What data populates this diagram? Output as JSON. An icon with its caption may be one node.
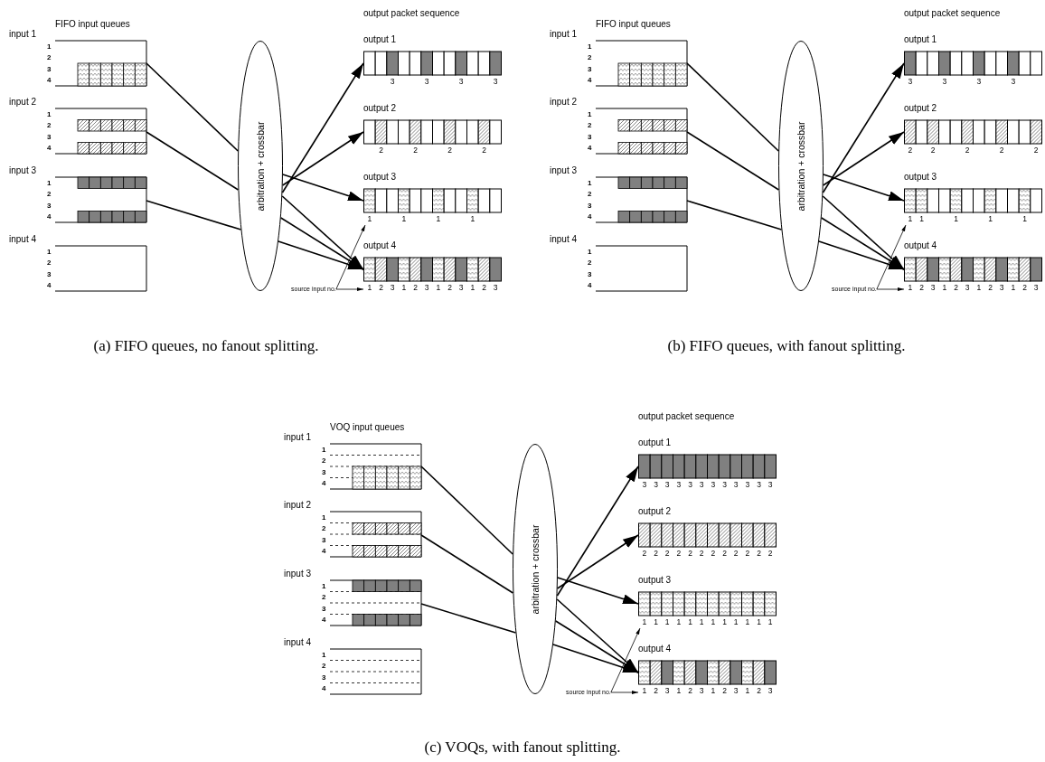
{
  "diagram": {
    "nodes": [
      {
        "text": [
          "input 1",
          "1",
          "2",
          "3",
          "4"
        ]
      },
      {
        "text": [
          "input 2",
          "1",
          "2",
          "3",
          "4"
        ]
      },
      {
        "text": [
          "input 3",
          "1",
          "2",
          "3",
          "4"
        ]
      },
      {
        "text": [
          "input 4",
          "1",
          "2",
          "3",
          "4"
        ]
      },
      {
        "text": [
          "arbitration + crossbar"
        ]
      },
      {
        "text": [
          "output 1"
        ],
        "beside": [
          "3",
          "3",
          "3",
          "3"
        ]
      },
      {
        "text": [
          "output 2"
        ],
        "beside": [
          "2",
          "2",
          "2",
          "2"
        ]
      },
      {
        "text": [
          "output 3"
        ],
        "beside": [
          "1",
          "1",
          "1",
          "1"
        ]
      },
      {
        "text": [
          "output 4"
        ],
        "beside": [
          "1",
          "2",
          "3",
          "1",
          "2",
          "3",
          "1",
          "2",
          "3",
          "1",
          "2",
          "3"
        ]
      },
      {
        "text": [
          "source input no."
        ]
      },
      {
        "text": [
          "input 1",
          "1",
          "2",
          "3",
          "4"
        ]
      },
      {
        "text": [
          "input 2",
          "1",
          "2",
          "3",
          "4"
        ]
      },
      {
        "text": [
          "input 3",
          "1",
          "2",
          "3",
          "4"
        ]
      },
      {
        "text": [
          "input 4",
          "1",
          "2",
          "3",
          "4"
        ]
      },
      {
        "text": [
          "arbitration + crossbar"
        ]
      },
      {
        "text": [
          "output 1"
        ],
        "beside": [
          "3",
          "3",
          "3",
          "3"
        ]
      },
      {
        "text": [
          "output 2"
        ],
        "beside": [
          "2",
          "2",
          "2",
          "2",
          "2"
        ]
      },
      {
        "text": [
          "output 3"
        ],
        "beside": [
          "1",
          "1",
          "1",
          "1",
          "1"
        ]
      },
      {
        "text": [
          "output 4"
        ],
        "beside": [
          "1",
          "2",
          "3",
          "1",
          "2",
          "3",
          "1",
          "2",
          "3",
          "1",
          "2",
          "3"
        ]
      },
      {
        "text": [
          "source input no."
        ]
      },
      {
        "text": [
          "input 1",
          "1",
          "2",
          "3",
          "4"
        ]
      },
      {
        "text": [
          "input 2",
          "1",
          "2",
          "3",
          "4"
        ]
      },
      {
        "text": [
          "input 3",
          "1",
          "2",
          "3",
          "4"
        ]
      },
      {
        "text": [
          "input 4",
          "1",
          "2",
          "3",
          "4"
        ]
      },
      {
        "text": [
          "arbitration + crossbar"
        ]
      },
      {
        "text": [
          "output 1"
        ],
        "beside": [
          "3",
          "3",
          "3",
          "3",
          "3",
          "3",
          "3",
          "3",
          "3",
          "3",
          "3",
          "3"
        ]
      },
      {
        "text": [
          "output 2"
        ],
        "beside": [
          "2",
          "2",
          "2",
          "2",
          "2",
          "2",
          "2",
          "2",
          "2",
          "2",
          "2",
          "2"
        ]
      },
      {
        "text": [
          "output 3"
        ],
        "beside": [
          "1",
          "1",
          "1",
          "1",
          "1",
          "1",
          "1",
          "1",
          "1",
          "1",
          "1",
          "1"
        ]
      },
      {
        "text": [
          "output 4"
        ],
        "beside": [
          "1",
          "2",
          "3",
          "1",
          "2",
          "3",
          "1",
          "2",
          "3",
          "1",
          "2",
          "3"
        ]
      },
      {
        "text": [
          "source input no."
        ]
      }
    ],
    "edges": [
      {
        "from": 0,
        "to": 4,
        "arrow": "none"
      },
      {
        "from": 1,
        "to": 4,
        "arrow": "none"
      },
      {
        "from": 2,
        "to": 4,
        "arrow": "none"
      },
      {
        "from": 4,
        "to": 5,
        "arrow": "to"
      },
      {
        "from": 4,
        "to": 6,
        "arrow": "to"
      },
      {
        "from": 4,
        "to": 7,
        "arrow": "to"
      },
      {
        "from": 4,
        "to": 8,
        "arrow": "to"
      },
      {
        "from": 4,
        "to": 8,
        "arrow": "to"
      },
      {
        "from": 4,
        "to": 8,
        "arrow": "to"
      },
      {
        "from": 9,
        "to": 8,
        "arrow": "to"
      },
      {
        "from": 9,
        "to": 7,
        "arrow": "to"
      },
      {
        "from": 10,
        "to": 14,
        "arrow": "none"
      },
      {
        "from": 11,
        "to": 14,
        "arrow": "none"
      },
      {
        "from": 12,
        "to": 14,
        "arrow": "none"
      },
      {
        "from": 14,
        "to": 15,
        "arrow": "to"
      },
      {
        "from": 14,
        "to": 16,
        "arrow": "to"
      },
      {
        "from": 14,
        "to": 17,
        "arrow": "to"
      },
      {
        "from": 14,
        "to": 18,
        "arrow": "to"
      },
      {
        "from": 14,
        "to": 18,
        "arrow": "to"
      },
      {
        "from": 14,
        "to": 18,
        "arrow": "to"
      },
      {
        "from": 19,
        "to": 18,
        "arrow": "to"
      },
      {
        "from": 19,
        "to": 17,
        "arrow": "to"
      },
      {
        "from": 20,
        "to": 24,
        "arrow": "none"
      },
      {
        "from": 21,
        "to": 24,
        "arrow": "none"
      },
      {
        "from": 22,
        "to": 24,
        "arrow": "none"
      },
      {
        "from": 24,
        "to": 25,
        "arrow": "to"
      },
      {
        "from": 24,
        "to": 26,
        "arrow": "to"
      },
      {
        "from": 24,
        "to": 27,
        "arrow": "to"
      },
      {
        "from": 24,
        "to": 28,
        "arrow": "to"
      },
      {
        "from": 24,
        "to": 28,
        "arrow": "to"
      },
      {
        "from": 24,
        "to": 28,
        "arrow": "to"
      },
      {
        "from": 29,
        "to": 28,
        "arrow": "to"
      },
      {
        "from": 29,
        "to": 27,
        "arrow": "to"
      }
    ],
    "labels": [
      "output packet sequence",
      "FIFO input queues",
      "output packet sequence",
      "FIFO input queues",
      "(a) FIFO queues, no fanout splitting.",
      "(b) FIFO queues, with fanout splitting.",
      "output packet sequence",
      "VOQ input queues",
      "(c) VOQs, with fanout splitting."
    ]
  }
}
